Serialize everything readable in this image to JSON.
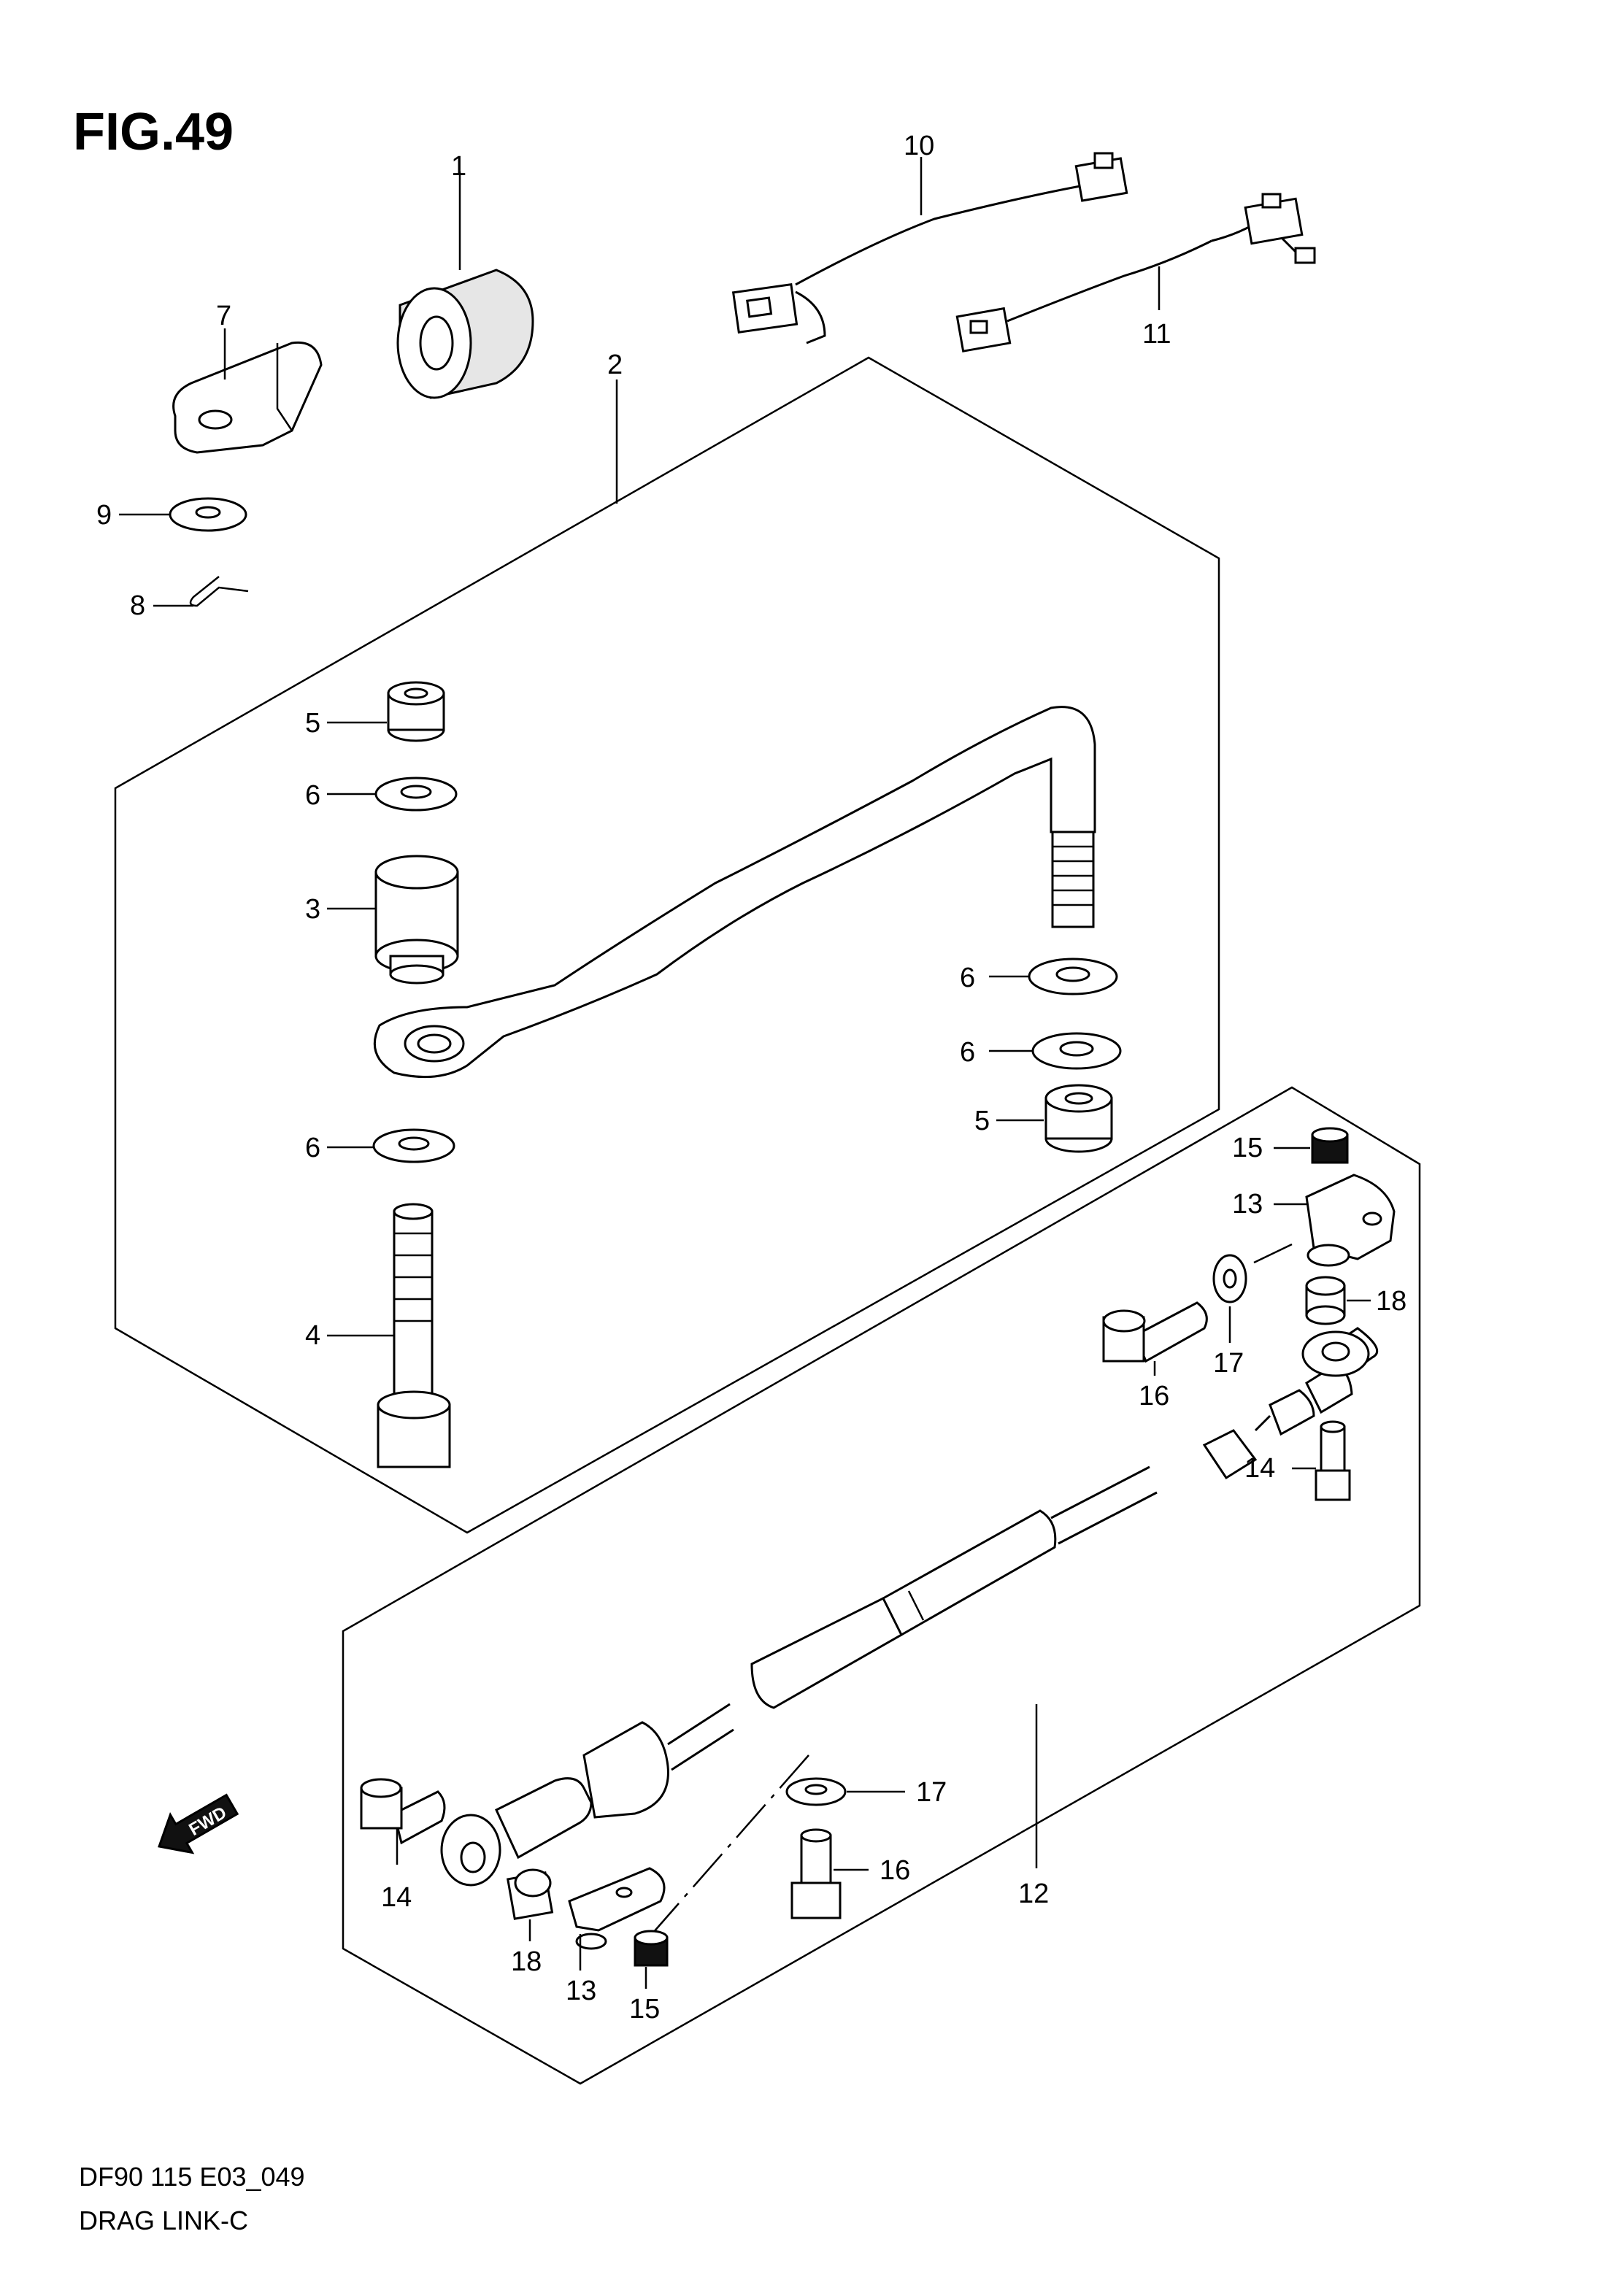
{
  "figure": {
    "title": "FIG.49",
    "code": "DF90 115 E03_049",
    "caption": "DRAG LINK-C",
    "fwd_label": "FWD"
  },
  "callouts": {
    "c1": "1",
    "c2": "2",
    "c3": "3",
    "c4": "4",
    "c5a": "5",
    "c5b": "5",
    "c6a": "6",
    "c6b": "6",
    "c6c": "6",
    "c6d": "6",
    "c7": "7",
    "c8": "8",
    "c9": "9",
    "c10": "10",
    "c11": "11",
    "c12": "12",
    "c13a": "13",
    "c13b": "13",
    "c14a": "14",
    "c14b": "14",
    "c15a": "15",
    "c15b": "15",
    "c16a": "16",
    "c16b": "16",
    "c17a": "17",
    "c17b": "17",
    "c18a": "18",
    "c18b": "18"
  }
}
